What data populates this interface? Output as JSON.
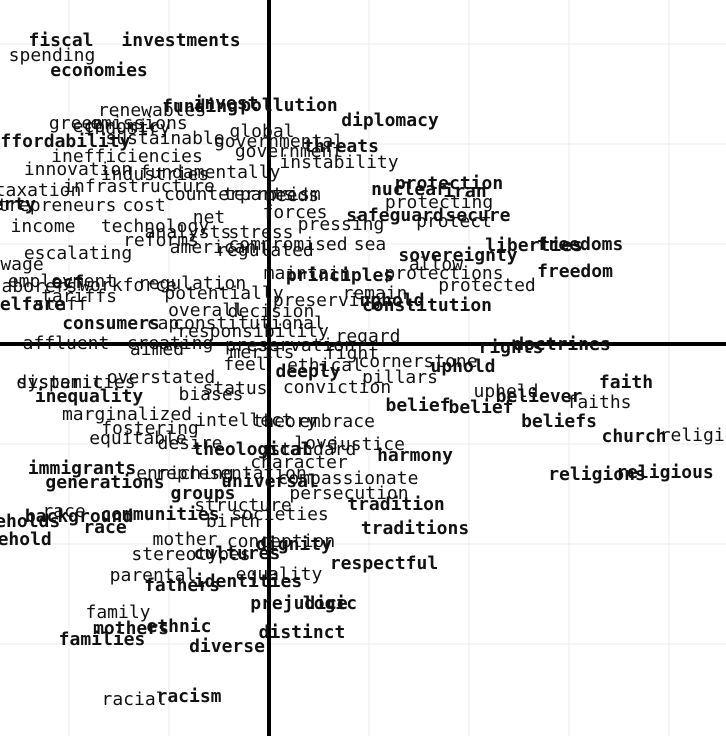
{
  "chart_data": {
    "type": "scatter",
    "xlim": [
      -2.69,
      4.57
    ],
    "ylim": [
      -3.92,
      3.44
    ],
    "grid": true,
    "colors": {
      "text": "#111111",
      "axis": "#000000",
      "grid": "#ebebeb",
      "background": "#ffffff"
    },
    "points": [
      {
        "label": "fiscal",
        "x": -2.08,
        "y": 3.03,
        "bold": true
      },
      {
        "label": "investments",
        "x": -0.88,
        "y": 3.03,
        "bold": true
      },
      {
        "label": "spending",
        "x": -2.17,
        "y": 2.88
      },
      {
        "label": "economies",
        "x": -1.7,
        "y": 2.73,
        "bold": true
      },
      {
        "label": "invest",
        "x": -0.43,
        "y": 2.4,
        "bold": true
      },
      {
        "label": "pollution",
        "x": 0.2,
        "y": 2.38,
        "bold": true
      },
      {
        "label": "funding",
        "x": -0.69,
        "y": 2.37,
        "bold": true
      },
      {
        "label": "renewables",
        "x": -1.17,
        "y": 2.33
      },
      {
        "label": "green",
        "x": -1.93,
        "y": 2.2
      },
      {
        "label": "emissions",
        "x": -1.3,
        "y": 2.2
      },
      {
        "label": "economic",
        "x": -1.53,
        "y": 2.17
      },
      {
        "label": "diplomacy",
        "x": 1.21,
        "y": 2.23,
        "bold": true
      },
      {
        "label": "global",
        "x": -0.07,
        "y": 2.12
      },
      {
        "label": "industry",
        "x": -1.42,
        "y": 2.15
      },
      {
        "label": "affordability",
        "x": -2.09,
        "y": 2.02,
        "bold": true
      },
      {
        "label": "sustainable",
        "x": -1.04,
        "y": 2.05
      },
      {
        "label": "governmental",
        "x": 0.1,
        "y": 2.02
      },
      {
        "label": "threats",
        "x": 0.72,
        "y": 1.97,
        "bold": true
      },
      {
        "label": "government",
        "x": 0.2,
        "y": 1.92
      },
      {
        "label": "inefficiencies",
        "x": -1.42,
        "y": 1.87
      },
      {
        "label": "instability",
        "x": 0.7,
        "y": 1.81
      },
      {
        "label": "innovation",
        "x": -1.91,
        "y": 1.74
      },
      {
        "label": "fundamentally",
        "x": -0.59,
        "y": 1.71
      },
      {
        "label": "industries",
        "x": -1.14,
        "y": 1.69
      },
      {
        "label": "protection",
        "x": 1.8,
        "y": 1.6,
        "bold": true
      },
      {
        "label": "infrastructure",
        "x": -1.3,
        "y": 1.57
      },
      {
        "label": "taxation",
        "x": -2.31,
        "y": 1.53
      },
      {
        "label": "nuclear",
        "x": 1.4,
        "y": 1.54,
        "bold": true
      },
      {
        "label": "counterparts",
        "x": -0.4,
        "y": 1.49
      },
      {
        "label": "terrorism",
        "x": 0.03,
        "y": 1.49
      },
      {
        "label": "needs",
        "x": 0.23,
        "y": 1.48
      },
      {
        "label": "iran",
        "x": 1.96,
        "y": 1.52,
        "bold": true
      },
      {
        "label": "protecting",
        "x": 1.7,
        "y": 1.41
      },
      {
        "label": "poverty",
        "x": -2.71,
        "y": 1.39,
        "bold": true
      },
      {
        "label": "entrepreneurs",
        "x": -2.23,
        "y": 1.38
      },
      {
        "label": "cost",
        "x": -1.25,
        "y": 1.38
      },
      {
        "label": "forces",
        "x": 0.26,
        "y": 1.31
      },
      {
        "label": "safeguard",
        "x": 1.26,
        "y": 1.28,
        "bold": true
      },
      {
        "label": "secure",
        "x": 2.09,
        "y": 1.28,
        "bold": true
      },
      {
        "label": "net",
        "x": -0.6,
        "y": 1.26
      },
      {
        "label": "pressing",
        "x": 0.72,
        "y": 1.19
      },
      {
        "label": "protect",
        "x": 1.85,
        "y": 1.22
      },
      {
        "label": "income",
        "x": -2.26,
        "y": 1.17
      },
      {
        "label": "technology",
        "x": -1.14,
        "y": 1.17
      },
      {
        "label": "stress",
        "x": -0.08,
        "y": 1.11
      },
      {
        "label": "analysts",
        "x": -0.81,
        "y": 1.11
      },
      {
        "label": "reforms",
        "x": -1.08,
        "y": 1.03
      },
      {
        "label": "american",
        "x": -0.56,
        "y": 0.96
      },
      {
        "label": "compromised",
        "x": 0.19,
        "y": 0.99
      },
      {
        "label": "sea",
        "x": 1.01,
        "y": 0.99
      },
      {
        "label": "liberties",
        "x": 2.65,
        "y": 0.98,
        "bold": true
      },
      {
        "label": "freedoms",
        "x": 3.11,
        "y": 0.99,
        "bold": true
      },
      {
        "label": "escalating",
        "x": -1.91,
        "y": 0.9
      },
      {
        "label": "regulated",
        "x": -0.04,
        "y": 0.93
      },
      {
        "label": "sovereignty",
        "x": 1.89,
        "y": 0.88,
        "bold": true
      },
      {
        "label": "wage",
        "x": -2.47,
        "y": 0.79
      },
      {
        "label": "allow",
        "x": 1.67,
        "y": 0.79
      },
      {
        "label": "freedom",
        "x": 3.06,
        "y": 0.72,
        "bold": true
      },
      {
        "label": "maintain",
        "x": 0.38,
        "y": 0.7
      },
      {
        "label": "principles",
        "x": 0.71,
        "y": 0.68,
        "bold": true
      },
      {
        "label": "protections",
        "x": 1.75,
        "y": 0.7
      },
      {
        "label": "ecf",
        "x": -2.01,
        "y": 0.61,
        "bold": true
      },
      {
        "label": "employment",
        "x": -2.07,
        "y": 0.62
      },
      {
        "label": "regulation",
        "x": -0.77,
        "y": 0.6
      },
      {
        "label": "workforce",
        "x": -1.41,
        "y": 0.58
      },
      {
        "label": "laborers",
        "x": -2.35,
        "y": 0.57
      },
      {
        "label": "protected",
        "x": 2.18,
        "y": 0.58
      },
      {
        "label": "potentially",
        "x": -0.45,
        "y": 0.5
      },
      {
        "label": "remain",
        "x": 1.06,
        "y": 0.5
      },
      {
        "label": "tariffs",
        "x": -1.9,
        "y": 0.47
      },
      {
        "label": "preserving",
        "x": 0.58,
        "y": 0.43
      },
      {
        "label": "uphold",
        "x": 1.23,
        "y": 0.43,
        "bold": true
      },
      {
        "label": "welfare",
        "x": -2.42,
        "y": 0.39,
        "bold": true
      },
      {
        "label": "staff",
        "x": -2.08,
        "y": 0.39
      },
      {
        "label": "constitution",
        "x": 1.58,
        "y": 0.38,
        "bold": true
      },
      {
        "label": "overall",
        "x": -0.63,
        "y": 0.33
      },
      {
        "label": "decision",
        "x": 0.02,
        "y": 0.32
      },
      {
        "label": "consumers",
        "x": -1.58,
        "y": 0.2,
        "bold": true
      },
      {
        "label": "cap",
        "x": -1.06,
        "y": 0.2
      },
      {
        "label": "constitutional",
        "x": -0.2,
        "y": 0.2
      },
      {
        "label": "responsibility",
        "x": -0.16,
        "y": 0.12
      },
      {
        "label": "regard",
        "x": 0.99,
        "y": 0.07
      },
      {
        "label": "affluent",
        "x": -2.03,
        "y": -0.0
      },
      {
        "label": "creating",
        "x": -0.99,
        "y": -0.0
      },
      {
        "label": "preservation",
        "x": 0.21,
        "y": -0.02
      },
      {
        "label": "rights",
        "x": 2.42,
        "y": -0.04,
        "bold": true
      },
      {
        "label": "doctrines",
        "x": 2.93,
        "y": -0.01,
        "bold": true
      },
      {
        "label": "aimed",
        "x": -1.12,
        "y": -0.06
      },
      {
        "label": "merits",
        "x": -0.07,
        "y": -0.09
      },
      {
        "label": "fight",
        "x": 0.83,
        "y": -0.1
      },
      {
        "label": "feel",
        "x": -0.24,
        "y": -0.21
      },
      {
        "label": "ethical",
        "x": 0.56,
        "y": -0.22
      },
      {
        "label": "cornerstone",
        "x": 1.49,
        "y": -0.18
      },
      {
        "label": "uphold",
        "x": 1.94,
        "y": -0.23,
        "bold": true
      },
      {
        "label": "deeply",
        "x": 0.39,
        "y": -0.28,
        "bold": true
      },
      {
        "label": "pillars",
        "x": 1.31,
        "y": -0.34
      },
      {
        "label": "overstated",
        "x": -1.08,
        "y": -0.34
      },
      {
        "label": "disparities",
        "x": -1.93,
        "y": -0.39
      },
      {
        "label": "systemic",
        "x": -2.09,
        "y": -0.39
      },
      {
        "label": "faith",
        "x": 3.57,
        "y": -0.39,
        "bold": true
      },
      {
        "label": "conviction",
        "x": 0.68,
        "y": -0.44
      },
      {
        "label": "status",
        "x": -0.34,
        "y": -0.45
      },
      {
        "label": "biases",
        "x": -0.58,
        "y": -0.51
      },
      {
        "label": "upheld",
        "x": 2.37,
        "y": -0.48
      },
      {
        "label": "believer",
        "x": 2.7,
        "y": -0.53,
        "bold": true
      },
      {
        "label": "inequality",
        "x": -1.8,
        "y": -0.53,
        "bold": true
      },
      {
        "label": "faiths",
        "x": 3.3,
        "y": -0.59
      },
      {
        "label": "belief",
        "x": 1.49,
        "y": -0.62,
        "bold": true
      },
      {
        "label": "belief",
        "x": 2.12,
        "y": -0.64,
        "bold": true
      },
      {
        "label": "marginalized",
        "x": -1.42,
        "y": -0.71
      },
      {
        "label": "beliefs",
        "x": 2.9,
        "y": -0.78,
        "bold": true
      },
      {
        "label": "intellect",
        "x": -0.25,
        "y": -0.77
      },
      {
        "label": "theory",
        "x": 0.16,
        "y": -0.78
      },
      {
        "label": "embrace",
        "x": 0.68,
        "y": -0.78
      },
      {
        "label": "fostering",
        "x": -1.19,
        "y": -0.85
      },
      {
        "label": "equitable",
        "x": -1.31,
        "y": -0.95
      },
      {
        "label": "church",
        "x": 3.65,
        "y": -0.93,
        "bold": true
      },
      {
        "label": "religion",
        "x": 4.34,
        "y": -0.92
      },
      {
        "label": "desire",
        "x": -0.79,
        "y": -1.0
      },
      {
        "label": "justice",
        "x": 0.98,
        "y": -1.01
      },
      {
        "label": "love",
        "x": 0.47,
        "y": -1.0
      },
      {
        "label": "theological",
        "x": -0.17,
        "y": -1.06,
        "bold": true
      },
      {
        "label": "standard",
        "x": 0.44,
        "y": -1.06
      },
      {
        "label": "harmony",
        "x": 1.46,
        "y": -1.12,
        "bold": true
      },
      {
        "label": "character",
        "x": 0.3,
        "y": -1.19
      },
      {
        "label": "immigrants",
        "x": -1.87,
        "y": -1.25,
        "bold": true
      },
      {
        "label": "religious",
        "x": 3.96,
        "y": -1.29,
        "bold": true
      },
      {
        "label": "religions",
        "x": 3.28,
        "y": -1.31,
        "bold": true
      },
      {
        "label": "enriching",
        "x": -0.84,
        "y": -1.3
      },
      {
        "label": "representation",
        "x": -0.38,
        "y": -1.3
      },
      {
        "label": "compassionate",
        "x": 0.79,
        "y": -1.35
      },
      {
        "label": "universal",
        "x": 0.01,
        "y": -1.38,
        "bold": true
      },
      {
        "label": "generations",
        "x": -1.64,
        "y": -1.39,
        "bold": true
      },
      {
        "label": "groups",
        "x": -0.66,
        "y": -1.5,
        "bold": true
      },
      {
        "label": "persecution",
        "x": 0.8,
        "y": -1.5
      },
      {
        "label": "tradition",
        "x": 1.27,
        "y": -1.61,
        "bold": true
      },
      {
        "label": "structure",
        "x": -0.26,
        "y": -1.62
      },
      {
        "label": "race",
        "x": -2.05,
        "y": -1.68
      },
      {
        "label": "communities",
        "x": -1.09,
        "y": -1.71,
        "bold": true
      },
      {
        "label": "societies",
        "x": 0.11,
        "y": -1.71
      },
      {
        "label": "households",
        "x": -2.63,
        "y": -1.78,
        "bold": true
      },
      {
        "label": "background",
        "x": -1.9,
        "y": -1.73,
        "bold": true
      },
      {
        "label": "birth",
        "x": -0.36,
        "y": -1.78
      },
      {
        "label": "traditions",
        "x": 1.46,
        "y": -1.85,
        "bold": true
      },
      {
        "label": "race",
        "x": -1.64,
        "y": -1.84,
        "bold": true
      },
      {
        "label": "household",
        "x": -2.66,
        "y": -1.96,
        "bold": true
      },
      {
        "label": "mother",
        "x": -0.84,
        "y": -1.96
      },
      {
        "label": "conception",
        "x": 0.12,
        "y": -1.98
      },
      {
        "label": "dignity",
        "x": 0.25,
        "y": -2.01,
        "bold": true
      },
      {
        "label": "stereotypes",
        "x": -0.78,
        "y": -2.11
      },
      {
        "label": "cultures",
        "x": -0.32,
        "y": -2.1,
        "bold": true
      },
      {
        "label": "respectful",
        "x": 1.15,
        "y": -2.2,
        "bold": true
      },
      {
        "label": "parental",
        "x": -1.16,
        "y": -2.32
      },
      {
        "label": "equality",
        "x": 0.1,
        "y": -2.31
      },
      {
        "label": "identities",
        "x": -0.21,
        "y": -2.38,
        "bold": true
      },
      {
        "label": "fathers",
        "x": -0.87,
        "y": -2.42,
        "bold": true
      },
      {
        "label": "prejudice",
        "x": 0.3,
        "y": -2.6,
        "bold": true
      },
      {
        "label": "logic",
        "x": 0.61,
        "y": -2.6,
        "bold": true
      },
      {
        "label": "family",
        "x": -1.51,
        "y": -2.69
      },
      {
        "label": "mothers",
        "x": -1.38,
        "y": -2.85,
        "bold": true
      },
      {
        "label": "ethnic",
        "x": -0.9,
        "y": -2.83,
        "bold": true
      },
      {
        "label": "distinct",
        "x": 0.33,
        "y": -2.89,
        "bold": true
      },
      {
        "label": "families",
        "x": -1.67,
        "y": -2.96,
        "bold": true
      },
      {
        "label": "diverse",
        "x": -0.42,
        "y": -3.03,
        "bold": true
      },
      {
        "label": "racial",
        "x": -1.35,
        "y": -3.56
      },
      {
        "label": "racism",
        "x": -0.8,
        "y": -3.53,
        "bold": true
      }
    ]
  }
}
